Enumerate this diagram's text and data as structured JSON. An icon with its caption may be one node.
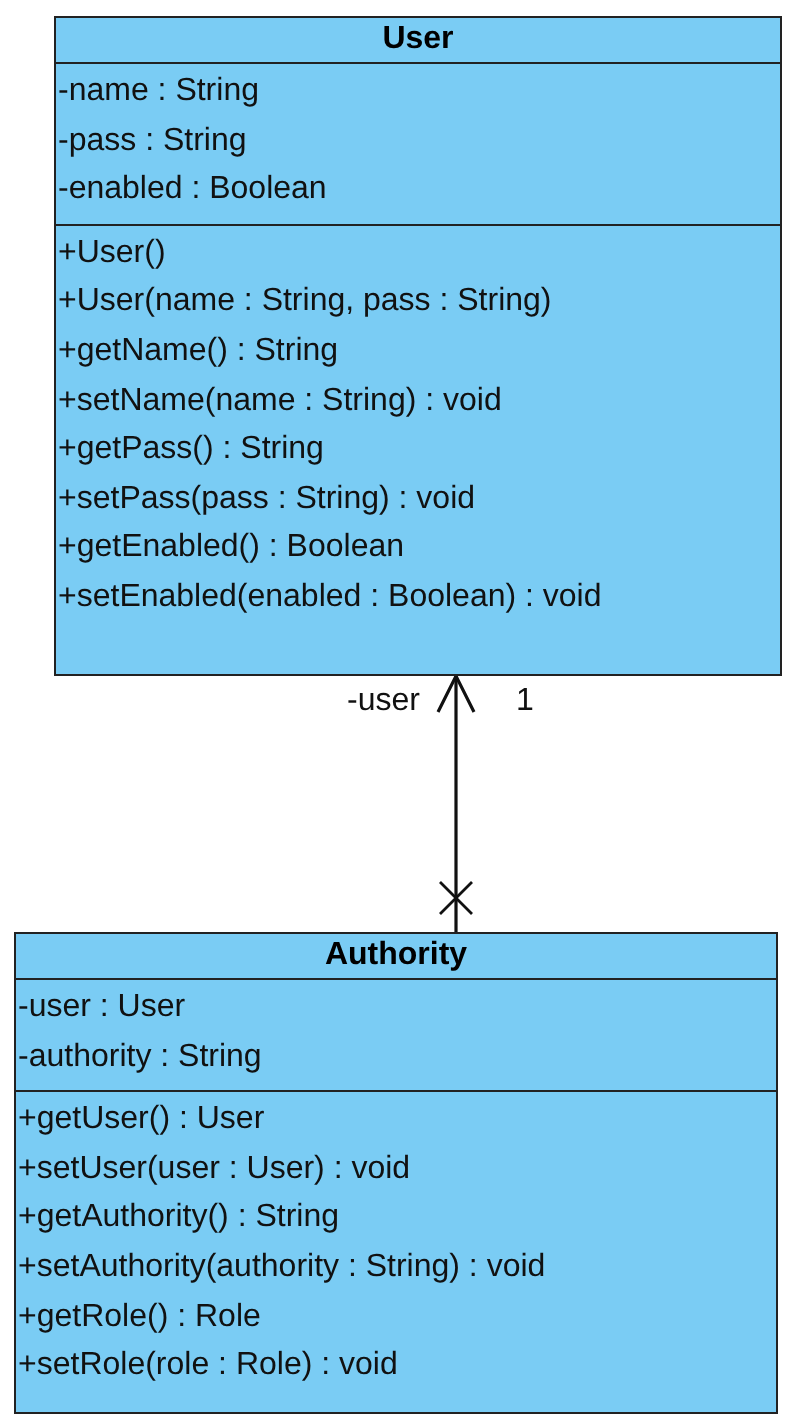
{
  "diagram": {
    "nodes": [
      {
        "text": [
          "User",
          "-name : String",
          "-pass : String",
          "-enabled : Boolean",
          "+User()",
          "+User(name : String, pass : String)",
          "+getName() : String",
          "+setName(name : String) : void",
          "+getPass() : String",
          "+setPass(pass : String) : void",
          "+getEnabled() : Boolean",
          "+setEnabled(enabled : Boolean) : void"
        ]
      },
      {
        "text": [
          "Authority",
          "-user : User",
          "-authority : String",
          "+getUser() : User",
          "+setUser(user : User) : void",
          "+getAuthority() : String",
          "+setAuthority(authority : String) : void",
          "+getRole() : Role",
          "+setRole(role : Role) : void"
        ]
      }
    ],
    "edges": [
      {
        "from": 1,
        "to": 0,
        "arrow": "to"
      }
    ],
    "labels": [
      "-user",
      "1"
    ]
  }
}
